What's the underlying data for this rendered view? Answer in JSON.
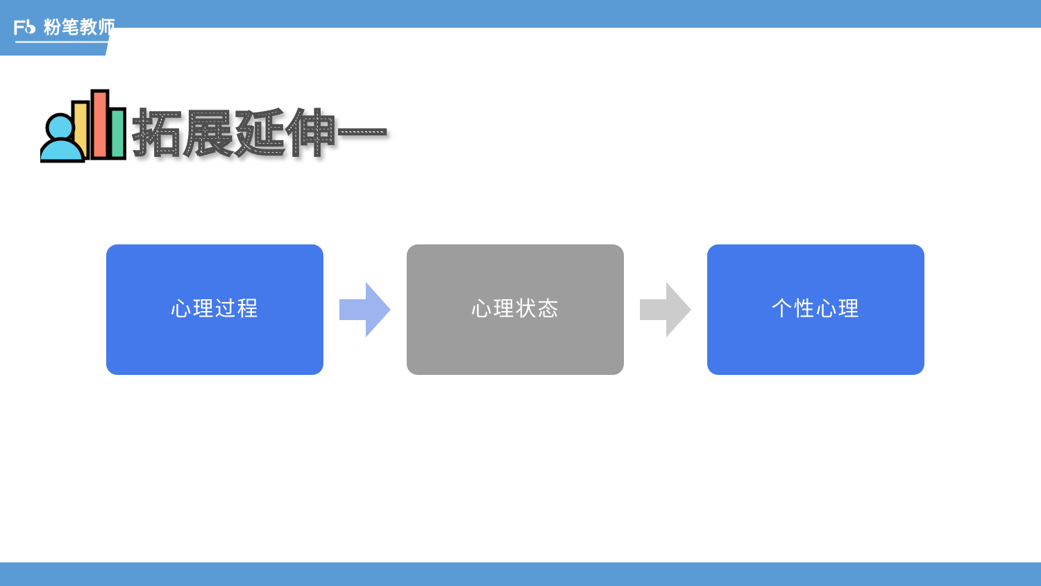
{
  "brand": {
    "logo_text": "粉笔教师",
    "logo_mark": "fb-logo-icon",
    "header_color": "#5b9bd5",
    "footer_color": "#5b9bd5"
  },
  "title": {
    "text": "拓展延伸一",
    "icon": "person-bar-chart-icon",
    "text_fill": "#4a4a4a",
    "icon_colors": {
      "person": "#5ed0f0",
      "bar1": "#f6d46e",
      "bar2": "#fb8069",
      "bar3": "#5bcfa4",
      "outline": "#000000"
    }
  },
  "flow": {
    "box_blue": "#4479ec",
    "box_gray": "#9d9d9d",
    "arrow_blue": "#9db4f0",
    "arrow_gray": "#cccccc",
    "items": [
      {
        "label": "心理过程",
        "variant": "blue"
      },
      {
        "label": "心理状态",
        "variant": "gray"
      },
      {
        "label": "个性心理",
        "variant": "blue"
      }
    ],
    "arrows": [
      {
        "name": "arrow-1",
        "variant": "blue"
      },
      {
        "name": "arrow-2",
        "variant": "gray"
      }
    ]
  }
}
